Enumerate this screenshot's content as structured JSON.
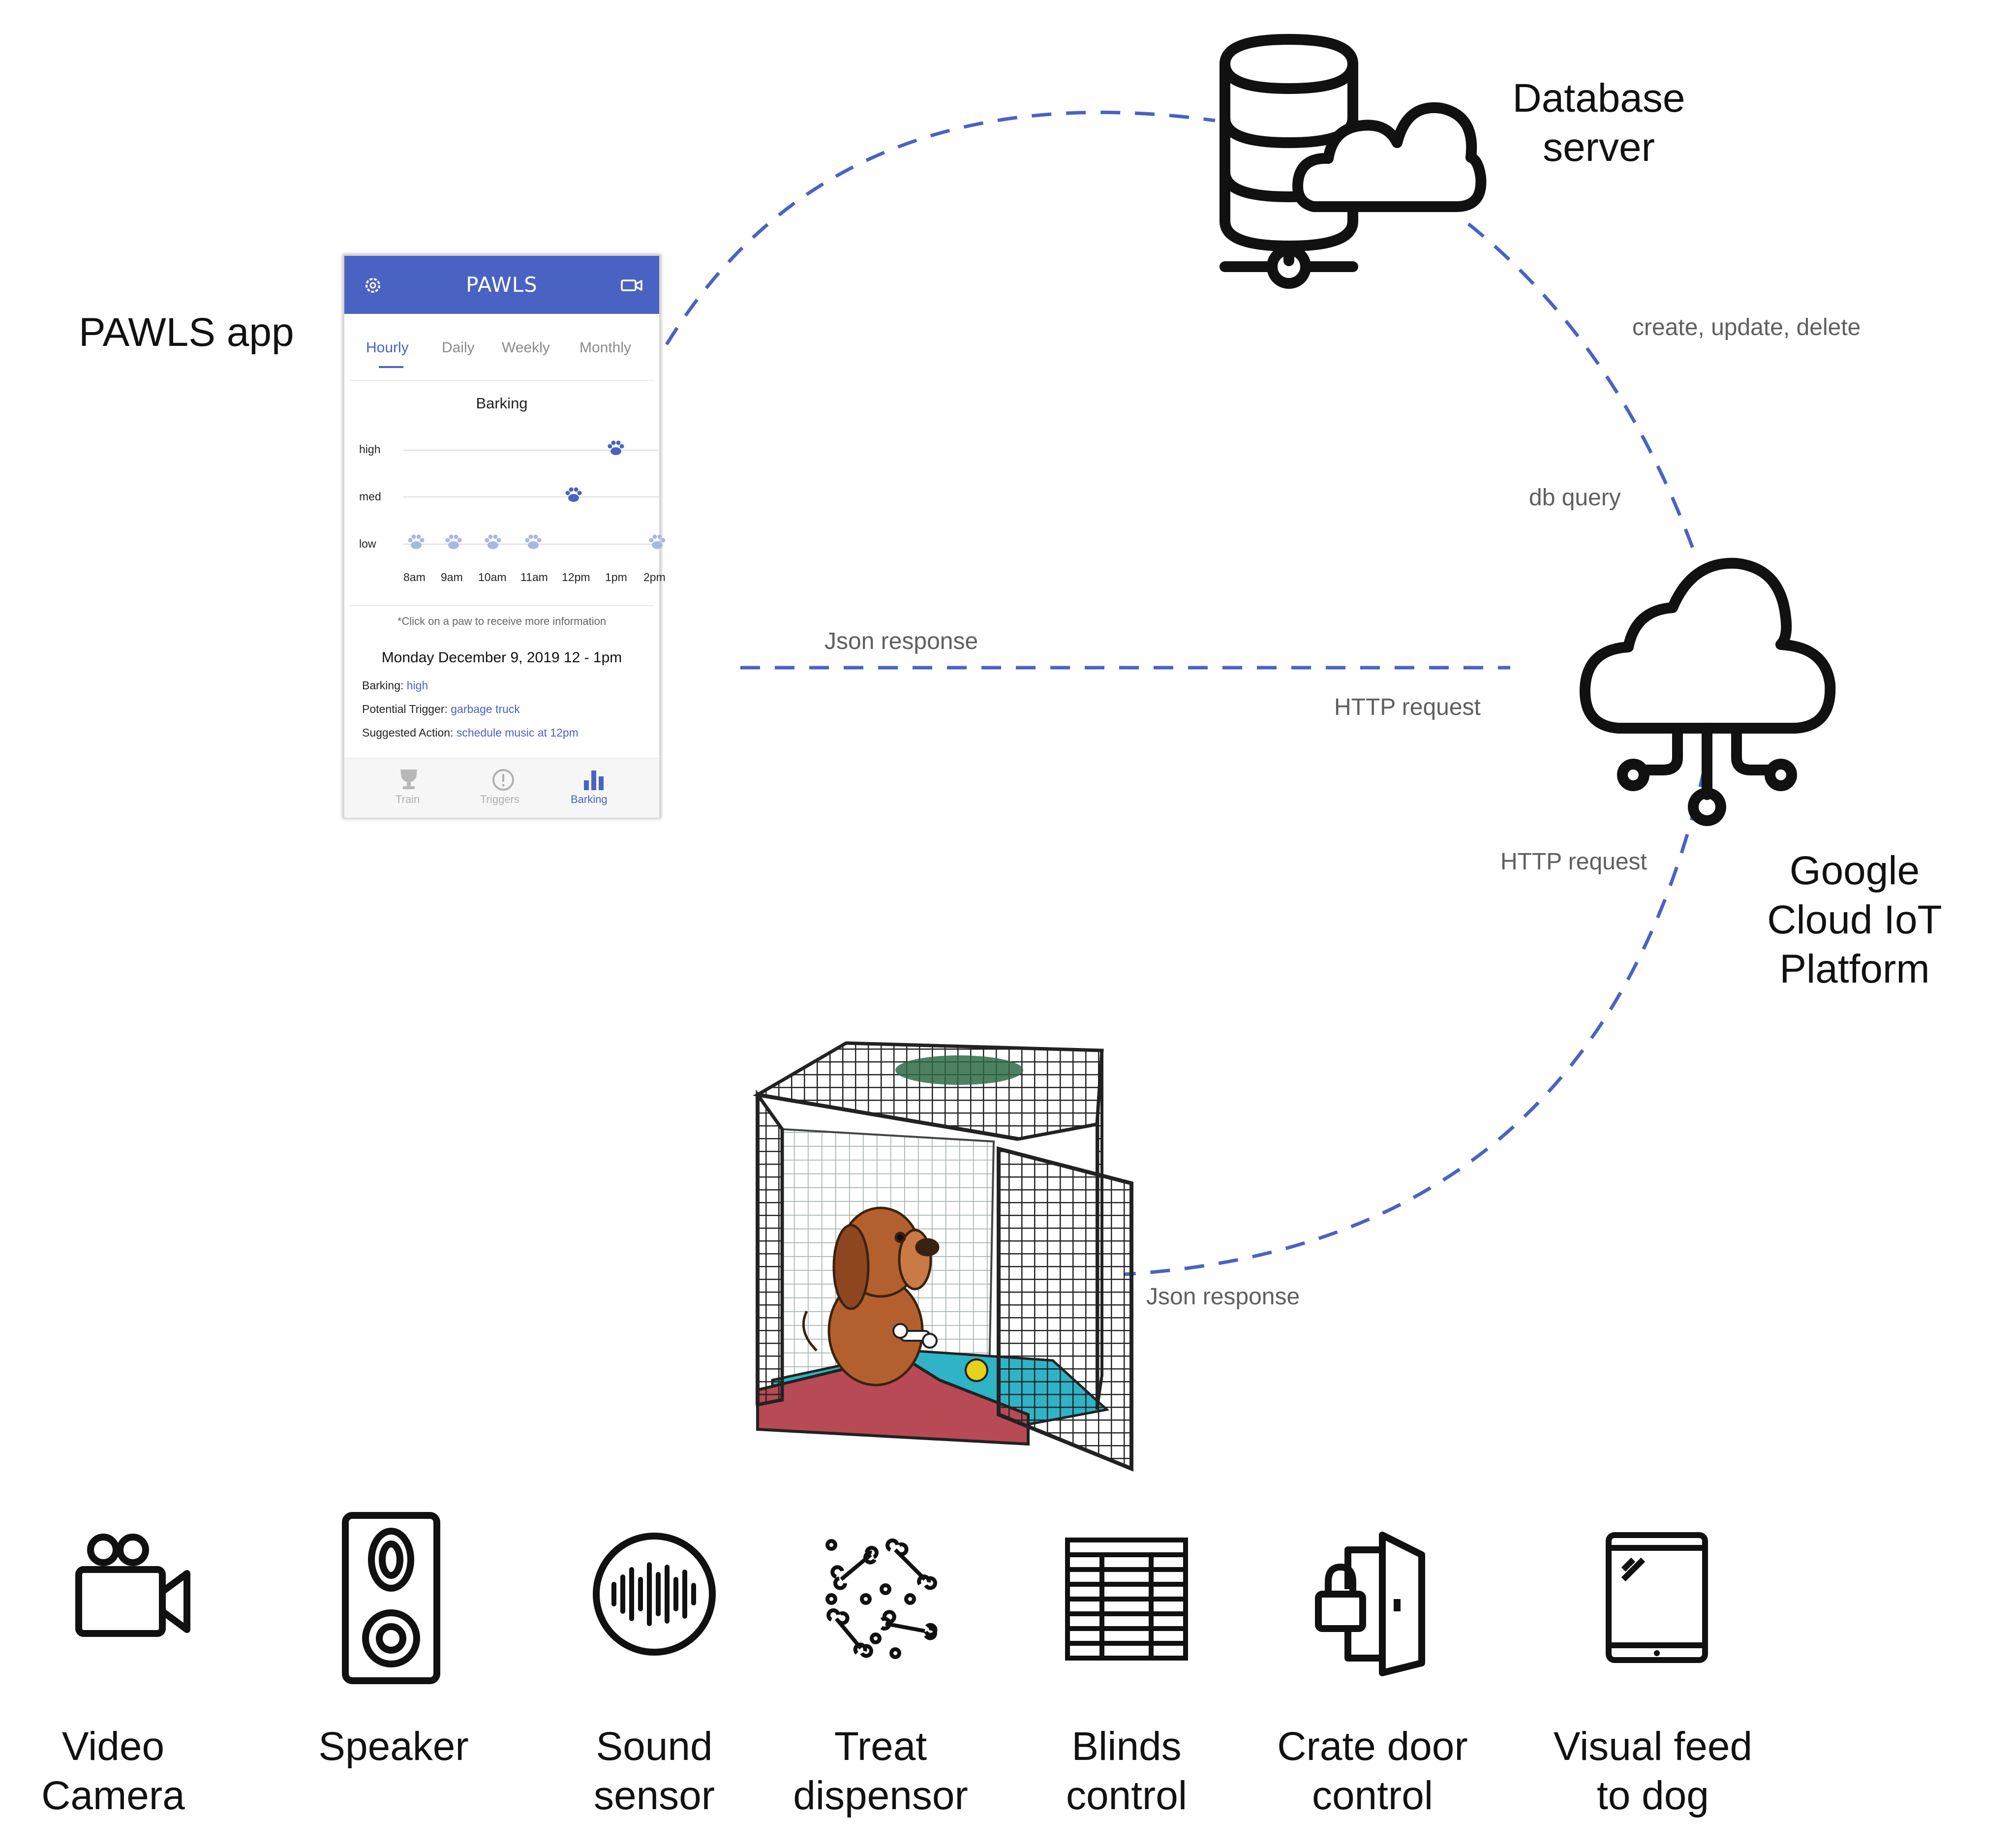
{
  "nodes": {
    "app": "PAWLS app",
    "database": [
      "Database",
      "server"
    ],
    "cloud": [
      "Google",
      "Cloud IoT",
      "Platform"
    ]
  },
  "edges": {
    "create_update_delete": "create, update, delete",
    "db_query": "db query",
    "json_response_top": "Json response",
    "http_request_middle": "HTTP request",
    "http_request_right": "HTTP request",
    "json_response_bottom": "Json response"
  },
  "colors": {
    "edge": "#4a62c2",
    "app_primary": "#4a62c2",
    "icon": "#111111"
  },
  "app_screen": {
    "title": "PAWLS",
    "header_icons": [
      "gear-icon",
      "video-camera-icon"
    ],
    "tabs": [
      "Hourly",
      "Daily",
      "Weekly",
      "Monthly"
    ],
    "active_tab": "Hourly",
    "chart": {
      "title": "Barking",
      "levels": [
        "high",
        "med",
        "low"
      ],
      "times": [
        "8am",
        "9am",
        "10am",
        "11am",
        "12pm",
        "1pm",
        "2pm"
      ],
      "paw_levels": [
        "low",
        "low",
        "low",
        "low",
        "med",
        "high",
        "low"
      ]
    },
    "hint": "*Click on a paw to receive more information",
    "detail": {
      "title": "Monday December 9, 2019 12 - 1pm",
      "barking_label": "Barking:",
      "barking_value": "high",
      "trigger_label": "Potential Trigger:",
      "trigger_value": "garbage truck",
      "action_label": "Suggested Action:",
      "action_value": "schedule music at 12pm"
    },
    "nav": [
      {
        "label": "Train",
        "icon": "trophy-icon"
      },
      {
        "label": "Triggers",
        "icon": "alert-circle-icon"
      },
      {
        "label": "Barking",
        "icon": "bar-chart-icon"
      }
    ],
    "active_nav": "Barking"
  },
  "devices": [
    {
      "label": [
        "Video",
        "Camera"
      ],
      "icon": "video-camera-icon"
    },
    {
      "label": [
        "Speaker"
      ],
      "icon": "speaker-icon"
    },
    {
      "label": [
        "Sound",
        "sensor"
      ],
      "icon": "sound-wave-icon"
    },
    {
      "label": [
        "Treat",
        "dispensor"
      ],
      "icon": "treats-bones-icon"
    },
    {
      "label": [
        "Blinds",
        "control"
      ],
      "icon": "blinds-icon"
    },
    {
      "label": [
        "Crate door",
        "control"
      ],
      "icon": "door-lock-icon"
    },
    {
      "label": [
        "Visual feed",
        "to dog"
      ],
      "icon": "tablet-icon"
    }
  ]
}
